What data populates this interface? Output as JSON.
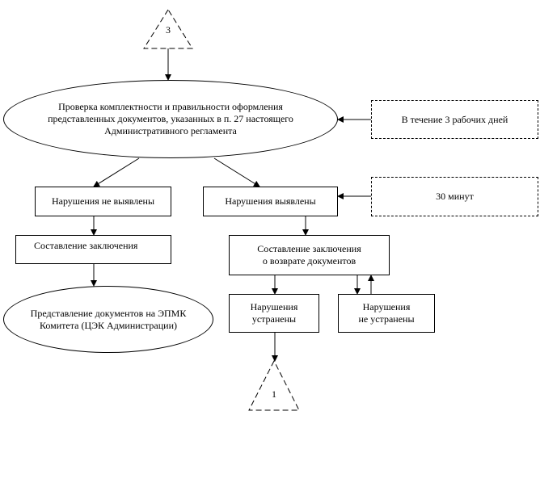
{
  "connectors": {
    "top": "3",
    "bottom": "1"
  },
  "nodes": {
    "check": "Проверка комплектности и правильности оформления\nпредставленных документов, указанных в п. 27 настоящего\nАдминистративного регламента",
    "deadline_check": "В течение 3 рабочих дней",
    "no_violations": "Нарушения не выявлены",
    "violations": "Нарушения выявлены",
    "deadline_violations": "30 минут",
    "conclusion": "Составление заключения",
    "conclusion_return": "Составление заключения\nо возврате документов",
    "submit": "Представление документов на ЭПМК\nКомитета (ЦЭК Администрации)",
    "fixed": "Нарушения\nустранены",
    "not_fixed": "Нарушения\nне устранены"
  }
}
